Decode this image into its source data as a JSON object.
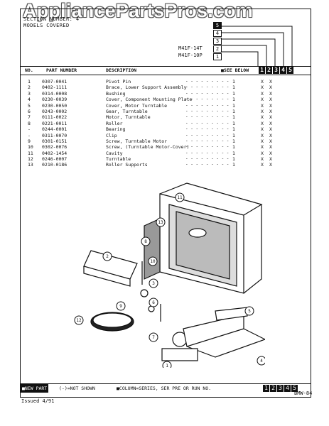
{
  "watermark": "AppliancePartsPros.com",
  "header": {
    "section_label": "SECTION NUMBER: 4",
    "models_label": "MODELS COVERED",
    "models": [
      "M41F-14T",
      "M41F-10P"
    ],
    "column_tags": [
      "5",
      "4",
      "3",
      "2",
      "1"
    ]
  },
  "table_header": {
    "no": "NO.",
    "part_number": "PART NUMBER",
    "description": "DESCRIPTION",
    "see_below": "■SEE BELOW",
    "columns": [
      "1",
      "2",
      "3",
      "4",
      "5"
    ]
  },
  "parts": [
    {
      "no": "1",
      "pn": "0307-0041",
      "desc": "Pivot Pin",
      "qty": "1",
      "c1": "X",
      "c2": "X"
    },
    {
      "no": "2",
      "pn": "0402-1111",
      "desc": "Brace, Lower Support Assembly",
      "qty": "1",
      "c1": "X",
      "c2": "X"
    },
    {
      "no": "3",
      "pn": "0314-0008",
      "desc": "Bushing",
      "qty": "1",
      "c1": "X",
      "c2": "X"
    },
    {
      "no": "4",
      "pn": "0230-0039",
      "desc": "Cover, Component Mounting Plate",
      "qty": "1",
      "c1": "X",
      "c2": "X"
    },
    {
      "no": "5",
      "pn": "0230-0050",
      "desc": "Cover, Motor Turntable",
      "qty": "1",
      "c1": "X",
      "c2": "X"
    },
    {
      "no": "6",
      "pn": "0243-0002",
      "desc": "Gear, Turntable",
      "qty": "1",
      "c1": "X",
      "c2": "X"
    },
    {
      "no": "7",
      "pn": "0111-0022",
      "desc": "Motor, Turntable",
      "qty": "1",
      "c1": "X",
      "c2": "X"
    },
    {
      "no": "8",
      "pn": "0221-0011",
      "desc": "Roller",
      "qty": "1",
      "c1": "X",
      "c2": "X"
    },
    {
      "no": "-",
      "pn": "0244-0001",
      "desc": "Bearing",
      "qty": "1",
      "c1": "X",
      "c2": "X"
    },
    {
      "no": "-",
      "pn": "0311-0070",
      "desc": "Clip",
      "qty": "1",
      "c1": "X",
      "c2": "X"
    },
    {
      "no": "9",
      "pn": "0301-0151",
      "desc": "Screw, Turntable Motor",
      "qty": "1",
      "c1": "X",
      "c2": "X"
    },
    {
      "no": "10",
      "pn": "0302-0076",
      "desc": "Screw, (Turntable Motor-Cover)",
      "qty": "1",
      "c1": "X",
      "c2": "X"
    },
    {
      "no": "11",
      "pn": "0402-1454",
      "desc": "Cavity",
      "qty": "1",
      "c1": "X",
      "c2": "X"
    },
    {
      "no": "12",
      "pn": "0246-0007",
      "desc": "Turntable",
      "qty": "1",
      "c1": "X",
      "c2": "X"
    },
    {
      "no": "13",
      "pn": "0210-0186",
      "desc": "Roller Supports",
      "qty": "1",
      "c1": "X",
      "c2": "X"
    }
  ],
  "callouts": [
    "11",
    "13",
    "8",
    "2",
    "10",
    "3",
    "9",
    "6",
    "12",
    "5",
    "7",
    "4",
    "1"
  ],
  "footer": {
    "new_part": "■NEW PART",
    "not_shown": "(-)=NOT SHOWN",
    "column_note": "■COLUMN=SERIES, SER PRE OR RUN NO.",
    "columns": [
      "1",
      "2",
      "3",
      "4",
      "5"
    ]
  },
  "issued": "Issued 4/91",
  "doc_code": "BMW-84"
}
